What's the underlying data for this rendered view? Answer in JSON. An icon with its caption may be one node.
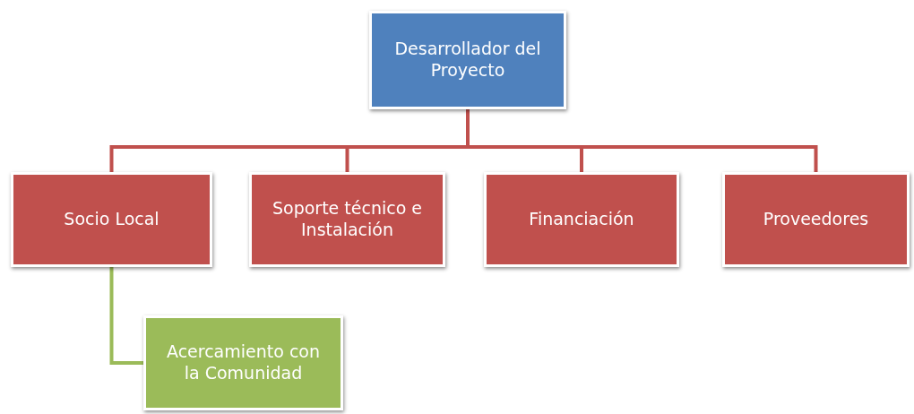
{
  "diagram": {
    "nodes": [
      {
        "text": [
          "Desarrollador del Proyecto"
        ]
      },
      {
        "text": [
          "Socio Local"
        ]
      },
      {
        "text": [
          "Soporte técnico e Instalación"
        ]
      },
      {
        "text": [
          "Financiación"
        ]
      },
      {
        "text": [
          "Proveedores"
        ]
      },
      {
        "text": [
          "Acercamiento con la Comunidad"
        ]
      }
    ],
    "edges": [
      {
        "from": 0,
        "to": 1,
        "arrow": "none"
      },
      {
        "from": 0,
        "to": 2,
        "arrow": "none"
      },
      {
        "from": 0,
        "to": 3,
        "arrow": "none"
      },
      {
        "from": 0,
        "to": 4,
        "arrow": "none"
      },
      {
        "from": 1,
        "to": 5,
        "arrow": "none",
        "color": "#9bbb59"
      }
    ]
  }
}
